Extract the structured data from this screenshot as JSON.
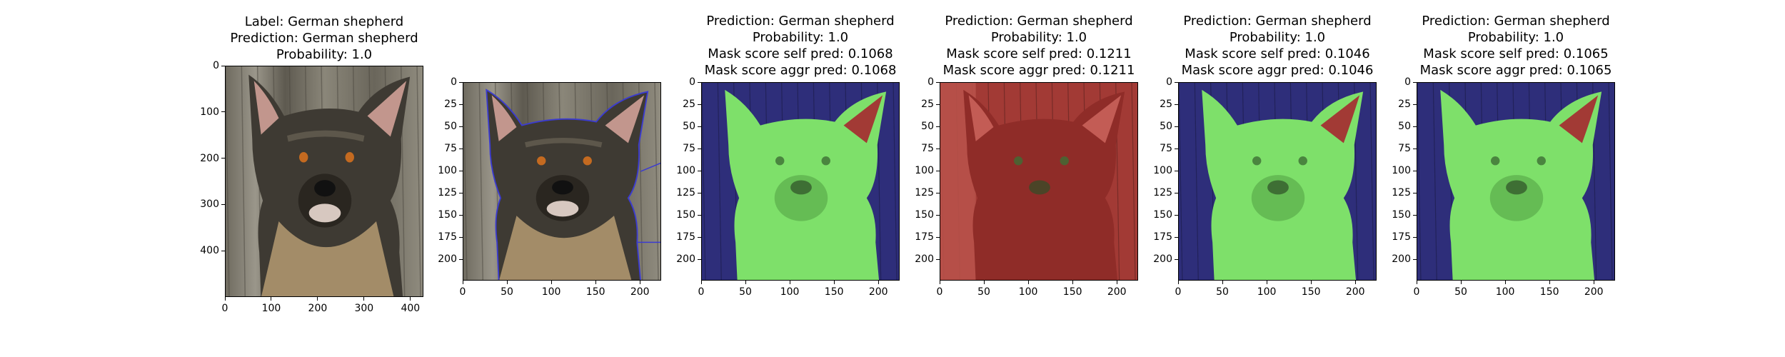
{
  "colors": {
    "bg_wood": "#8a8679",
    "fur_dark": "#3e3a33",
    "fur_tan": "#b59b72",
    "ear_pink": "#d9a79e",
    "overlay_green": "#7ee06a",
    "overlay_red": "#a23a35",
    "overlay_blue": "#2e2e7a",
    "outline_blue": "#3b3bd0"
  },
  "panels": [
    {
      "title_lines": [
        "Label: German shepherd",
        "Prediction: German shepherd",
        "Probability: 1.0"
      ],
      "image": "original-photo",
      "xticks": [
        "0",
        "100",
        "200",
        "300",
        "400"
      ],
      "yticks": [
        "0",
        "100",
        "200",
        "300",
        "400"
      ]
    },
    {
      "title_lines": [],
      "image": "segmentation-outline",
      "xticks": [
        "0",
        "50",
        "100",
        "150",
        "200"
      ],
      "yticks": [
        "0",
        "25",
        "50",
        "75",
        "100",
        "125",
        "150",
        "175",
        "200"
      ]
    },
    {
      "title_lines": [
        "Prediction: German shepherd",
        "Probability: 1.0",
        "Mask score self pred: 0.1068",
        "Mask score aggr pred: 0.1068"
      ],
      "image": "mask-overlay-green",
      "xticks": [
        "0",
        "50",
        "100",
        "150",
        "200"
      ],
      "yticks": [
        "0",
        "25",
        "50",
        "75",
        "100",
        "125",
        "150",
        "175",
        "200"
      ]
    },
    {
      "title_lines": [
        "Prediction: German shepherd",
        "Probability: 1.0",
        "Mask score self pred: 0.1211",
        "Mask score aggr pred: 0.1211"
      ],
      "image": "mask-overlay-red",
      "xticks": [
        "0",
        "50",
        "100",
        "150",
        "200"
      ],
      "yticks": [
        "0",
        "25",
        "50",
        "75",
        "100",
        "125",
        "150",
        "175",
        "200"
      ]
    },
    {
      "title_lines": [
        "Prediction: German shepherd",
        "Probability: 1.0",
        "Mask score self pred: 0.1046",
        "Mask score aggr pred: 0.1046"
      ],
      "image": "mask-overlay-green",
      "xticks": [
        "0",
        "50",
        "100",
        "150",
        "200"
      ],
      "yticks": [
        "0",
        "25",
        "50",
        "75",
        "100",
        "125",
        "150",
        "175",
        "200"
      ]
    },
    {
      "title_lines": [
        "Prediction: German shepherd",
        "Probability: 1.0",
        "Mask score self pred: 0.1065",
        "Mask score aggr pred: 0.1065"
      ],
      "image": "mask-overlay-green",
      "xticks": [
        "0",
        "50",
        "100",
        "150",
        "200"
      ],
      "yticks": [
        "0",
        "25",
        "50",
        "75",
        "100",
        "125",
        "150",
        "175",
        "200"
      ]
    }
  ]
}
